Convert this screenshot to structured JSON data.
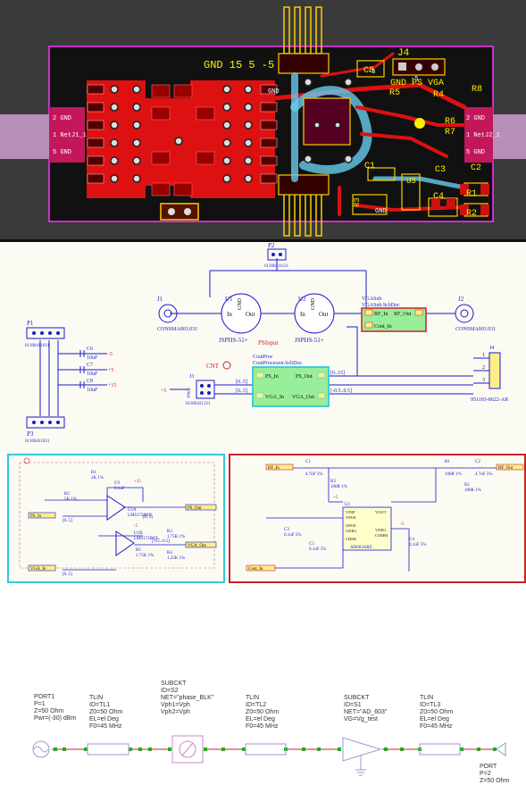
{
  "pcb": {
    "top_label": "GND 15  5  -5",
    "j4_label": "J4",
    "j4_pins": "GND PS  VGA",
    "c8": "C8",
    "r5": "R5",
    "r4": "R4",
    "r8": "R8",
    "r6": "R6",
    "r7": "R7",
    "c1": "C1",
    "c3": "C3",
    "c2": "C2",
    "c4": "C4",
    "r1": "R1",
    "r2": "R2",
    "r3": "R3",
    "u3": "U3",
    "left_net_1": "2  GND",
    "left_net_2": "1  NetJ1_1",
    "left_net_3": "5  GND",
    "right_net_1": "2  GND",
    "right_net_2": "1  NetJ2_1",
    "right_net_3": "5  GND",
    "pads_mid": "-5",
    "pad_gnd": "GND",
    "silk_1": "-5",
    "silk_2": "GND"
  },
  "schematic": {
    "p2": "P2",
    "p2_part": "61300311121",
    "j1": "J1",
    "j1_part": "CONSMA003.031",
    "j2": "J2",
    "j2_part": "CONSMA003.031",
    "u1": "U1",
    "u1_in": "In",
    "u1_out": "Out",
    "u1_gnd": "GND",
    "u1_part": "JSPHS-51+",
    "u2": "U2",
    "u2_in": "In",
    "u2_out": "Out",
    "u2_gnd": "GND",
    "u2_part": "JSPHS-51+",
    "psinput": "PSInput",
    "vgasub_title": "VGASub",
    "vgasub_file": "VGASub.SchDoc",
    "vgasub_rf_in": "RF_In",
    "vgasub_rf_out": "RF_Out",
    "vgasub_cont": "Cont_In",
    "cntproc_title": "CoutProc",
    "cntproc_file": "CoutProcessor.SchDoc",
    "cntproc_ps_in": "PS_In",
    "cntproc_ps_out": "PS_Out",
    "cntproc_vga_in": "VGA_In",
    "cntproc_vga_out": "VGA_Out",
    "cnt": "CNT",
    "p1": "P1",
    "p1_part": "61300411021",
    "p3": "P3",
    "p3_part": "61300411021",
    "c6": "C6",
    "c6_val": "10uF",
    "c7": "C7",
    "c7_val": "10uF",
    "c8": "C8",
    "c8_val": "10uF",
    "v_m5": "-5",
    "v_p5": "+5",
    "v_p15": "+15",
    "j3": "J3",
    "j3_part": "61300421121",
    "j3_pwr": "PWR",
    "p5_label": "+5",
    "bus_0_5": "[0..5]",
    "bus_0_15": "[0..15]",
    "bus_m05": "[-0.5..0.5]",
    "j4": "J4",
    "j4_part": "951103-8622-AR",
    "j4_p1": "1",
    "j4_p2": "2",
    "j4_p3": "3"
  },
  "sub_left": {
    "ps_in": "PS_In",
    "ps_out": "PS_Out",
    "vga_in": "VGA_In",
    "vga_out": "VGA_Out",
    "r1": "R1",
    "r1v": "2K 1%",
    "r2": "R2",
    "r2v": "5K 1%",
    "r3": "R3",
    "r3v": "1.75K 1%",
    "r4": "R4",
    "r4v": "1.25K 1%",
    "r5": "R5",
    "r5v": "1.75K 1%",
    "u1a": "U1A",
    "u1a_part": "LM6172IMX",
    "u1b": "U1B",
    "u1b_part": "LM6172IMX",
    "c9": "C9",
    "c9v": "0.1uF",
    "p15": "+15",
    "m5": "-5",
    "bus": "[0..5]",
    "bus2": "[-0.5..0.5]"
  },
  "sub_right": {
    "rf_in": "RF_In",
    "rf_out": "RF_Out",
    "cont_in": "Cont_In",
    "c1": "C1",
    "c1v": "4.7nF 5%",
    "c2": "C2",
    "c2v": "4.7nF 5%",
    "r1": "R1",
    "r1v": "100R 1%",
    "r2": "R2",
    "r2v": "100R 1%",
    "r3": "R3",
    "r3v": "100R 1%",
    "c3": "C3",
    "c3v": "0.1uF 5%",
    "c4": "C4",
    "c4v": "0.1uF 5%",
    "c5": "C5",
    "c5v": "0.1uF 5%",
    "u1": "U1",
    "pins_left": [
      "VINP",
      "VPOS",
      "GPOS",
      "GNEG",
      "CDEK"
    ],
    "pins_right": [
      "VOUT",
      "VNEG",
      "COMM"
    ],
    "part": "AD603ARZ",
    "p5": "+5",
    "m5": "-5"
  },
  "rf": {
    "port1": [
      "PORT1",
      "P=1",
      "Z=50 Ohm",
      "Pwr=(-30) dBm"
    ],
    "tl1": [
      "TLIN",
      "ID=TL1",
      "Z0=50 Ohm",
      "EL=el Deg",
      "F0=45 MHz"
    ],
    "s2": [
      "SUBCKT",
      "ID=S2",
      "NET=\"phase_BLK\"",
      "Vph1=Vph",
      "Vph2=Vph"
    ],
    "tl2": [
      "TLIN",
      "ID=TL2",
      "Z0=50 Ohm",
      "EL=el Deg",
      "F0=45 MHz"
    ],
    "s1": [
      "SUBCKT",
      "ID=S1",
      "NET=\"AD_603\"",
      "VG=Vg_test"
    ],
    "tl3": [
      "TLIN",
      "ID=TL3",
      "Z0=50 Ohm",
      "EL=el Deg",
      "F0=45 MHz"
    ],
    "port2": [
      "PORT",
      "P=2",
      "Z=50 Ohm"
    ]
  }
}
